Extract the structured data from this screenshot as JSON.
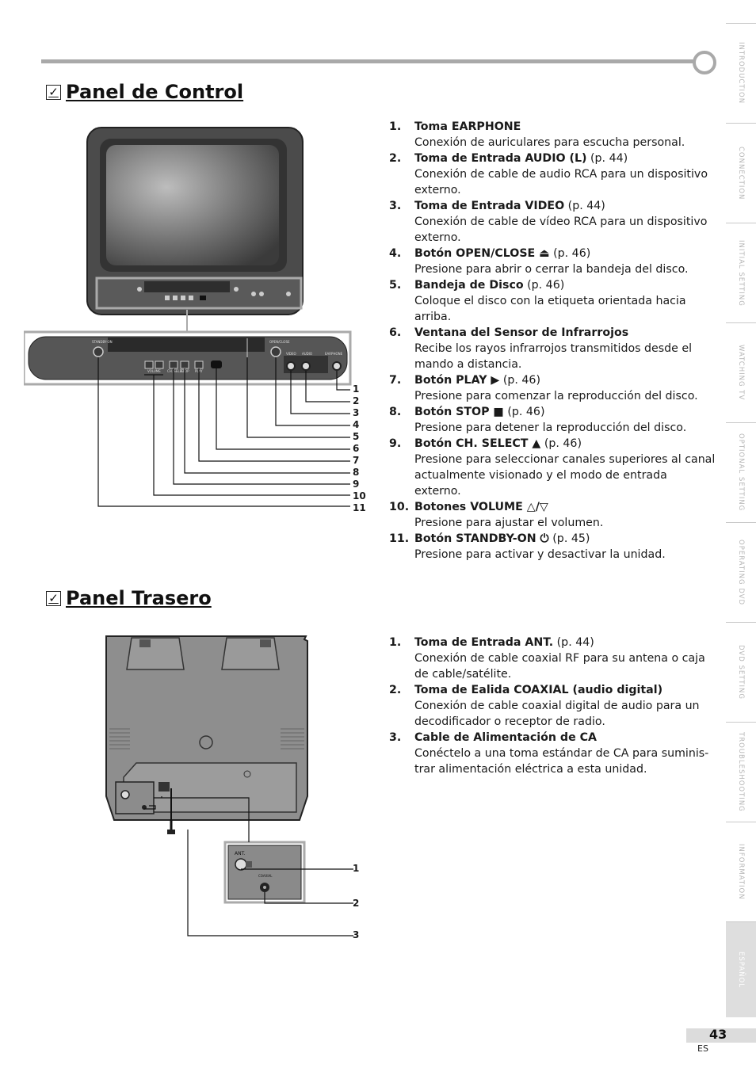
{
  "sections": {
    "control": {
      "title": "Panel de Control",
      "items": [
        {
          "num": "1.",
          "title": "Toma EARPHONE",
          "ref": "",
          "desc": "Conexión de auriculares para escucha personal."
        },
        {
          "num": "2.",
          "title": "Toma de Entrada AUDIO (L)",
          "ref": " (p. 44)",
          "desc": "Conexión de cable de audio RCA para un dispositivo externo."
        },
        {
          "num": "3.",
          "title": "Toma de Entrada VIDEO",
          "ref": " (p. 44)",
          "desc": "Conexión de cable de vídeo RCA para un dispositivo externo."
        },
        {
          "num": "4.",
          "title": "Botón OPEN/CLOSE ⏏",
          "ref": " (p. 46)",
          "desc": "Presione para abrir o cerrar la bandeja del disco."
        },
        {
          "num": "5.",
          "title": "Bandeja de Disco",
          "ref": " (p. 46)",
          "desc": "Coloque el disco con la etiqueta orientada hacia arriba."
        },
        {
          "num": "6.",
          "title": "Ventana del Sensor de Infrarrojos",
          "ref": "",
          "desc": "Recibe los rayos infrarrojos transmitidos desde el mando a distancia."
        },
        {
          "num": "7.",
          "title": "Botón PLAY ▶",
          "ref": " (p. 46)",
          "desc": "Presione para comenzar la reproducción del disco."
        },
        {
          "num": "8.",
          "title": "Botón STOP ■",
          "ref": " (p. 46)",
          "desc": "Presione para detener la reproducción del disco."
        },
        {
          "num": "9.",
          "title": "Botón CH. SELECT ▲",
          "ref": " (p. 46)",
          "desc": "Presione para seleccionar canales superiores al canal actualmente visionado y el modo de entrada externo."
        },
        {
          "num": "10.",
          "title": "Botones VOLUME △/▽",
          "ref": "",
          "desc": "Presione para ajustar el volumen."
        },
        {
          "num": "11.",
          "title": "Botón STANDBY-ON ⏻",
          "ref": " (p. 45)",
          "desc": "Presione para activar y desactivar la unidad."
        }
      ],
      "callouts": [
        "1",
        "2",
        "3",
        "4",
        "5",
        "6",
        "7",
        "8",
        "9",
        "10",
        "11"
      ],
      "panel_labels": {
        "standby": "STANDBY-ON",
        "open_close": "OPEN/CLOSE",
        "video": "VIDEO",
        "audio": "AUDIO",
        "earphone": "EARPHONE",
        "volume": "VOLUME",
        "ch_select": "CH. SELECT",
        "stop": "STOP",
        "play": "PLAY"
      }
    },
    "rear": {
      "title": "Panel Trasero",
      "items": [
        {
          "num": "1.",
          "title": "Toma de Entrada ANT.",
          "ref": " (p. 44)",
          "desc": "Conexión de cable coaxial RF para su antena o caja de cable/satélite."
        },
        {
          "num": "2.",
          "title": "Toma de Ealida COAXIAL (audio digital)",
          "ref": "",
          "desc": "Conexión de cable coaxial digital de audio para un decodificador o receptor de radio."
        },
        {
          "num": "3.",
          "title": "Cable de Alimentación de CA",
          "ref": "",
          "desc": "Conéctelo a una toma estándar de CA para suminis-trar alimentación eléctrica a esta unidad."
        }
      ],
      "callouts": [
        "1",
        "2",
        "3"
      ],
      "panel_labels": {
        "ant": "ANT.",
        "coaxial": "COAXIAL"
      }
    }
  },
  "side_tabs": [
    {
      "label": "INTRODUCTION",
      "active": false
    },
    {
      "label": "CONNECTION",
      "active": false
    },
    {
      "label": "INITIAL SETTING",
      "active": false
    },
    {
      "label": "WATCHING TV",
      "active": false
    },
    {
      "label": "OPTIONAL SETTING",
      "active": false
    },
    {
      "label": "OPERATING DVD",
      "active": false
    },
    {
      "label": "DVD SETTING",
      "active": false
    },
    {
      "label": "TROUBLESHOOTING",
      "active": false
    },
    {
      "label": "INFORMATION",
      "active": false
    },
    {
      "label": "ESPAÑOL",
      "active": true
    }
  ],
  "page": {
    "number": "43",
    "lang": "ES"
  },
  "checkmark": "✓",
  "colors": {
    "rule": "#a9a9a9",
    "tv_body": "#4a4a4a",
    "panel": "#555555",
    "tab_active": "#dedede"
  }
}
